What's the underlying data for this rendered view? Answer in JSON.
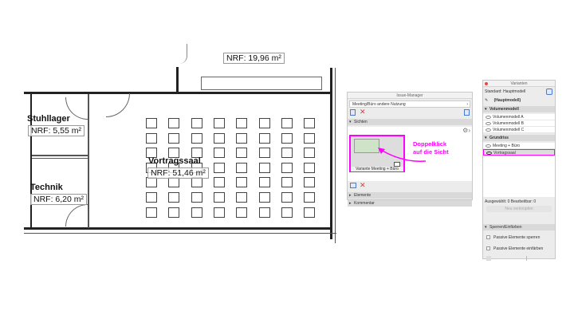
{
  "floorplan": {
    "rooms": [
      {
        "name": "Stuhllager",
        "nrf": "NRF: 5,55 m²"
      },
      {
        "name": "Technik",
        "nrf": "NRF: 6,20 m²"
      },
      {
        "name": "Vortragssaal",
        "nrf": "NRF: 51,46 m²"
      }
    ],
    "top_room_nrf": "NRF: 19,96 m²",
    "seat_rows": 7,
    "seat_cols": 8
  },
  "issue_manager": {
    "title": "Issue-Manager",
    "issue_select": "Meeting/Büro andere Nutzung",
    "sections": {
      "views": "Sichten",
      "elements": "Elemente",
      "comment": "Kommentar"
    },
    "view_thumbnail_label": "Variante Meeting + Büro"
  },
  "annotation": {
    "line1": "Doppelklick",
    "line2": "auf die Sicht",
    "color": "#ff00ff"
  },
  "variants": {
    "title": "Varianten",
    "standard": "Standard: Hauptmodell",
    "main_model": "(Hauptmodell)",
    "groups": [
      {
        "name": "Volumenmodell",
        "items": [
          "Volumenmodell A",
          "Volumenmodell B",
          "Volumenmodell C"
        ]
      },
      {
        "name": "Grundriss",
        "items": [
          "Meeting + Büro",
          "Vortragssaal"
        ]
      }
    ],
    "selected": "Vortragssaal",
    "status": "Ausgewählt: 0 Bearbeitbar: 0",
    "link_button": "Neu verknüpfen",
    "lock_section": "Sperren/Einfärben",
    "lock_passive": "Passive Elemente sperren",
    "color_passive": "Passive Elemente einfärben"
  }
}
